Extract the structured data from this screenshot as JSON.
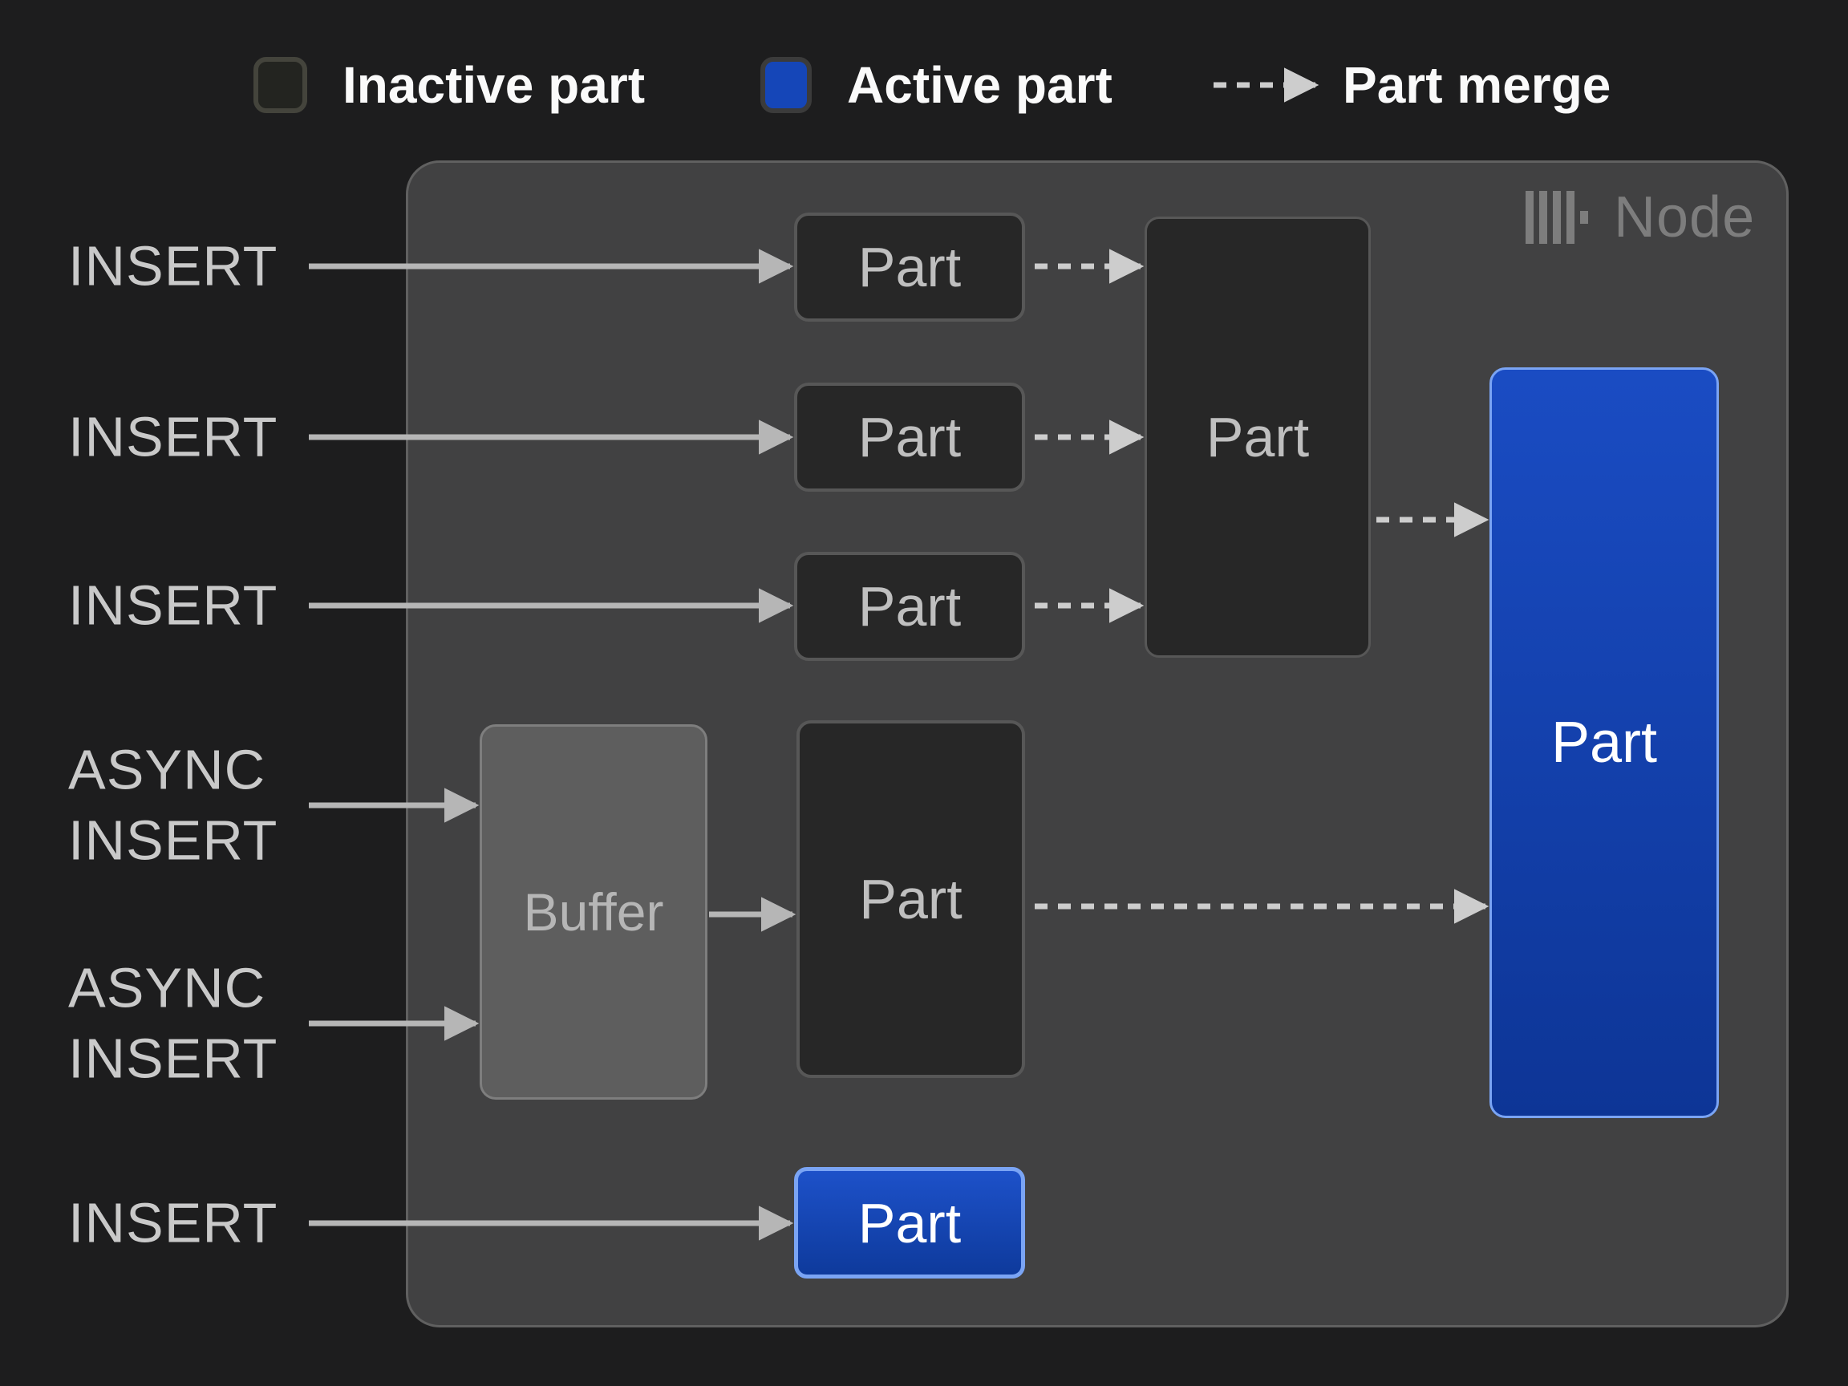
{
  "legend": {
    "inactive": {
      "label": "Inactive part"
    },
    "active": {
      "label": "Active part"
    },
    "merge": {
      "label": "Part merge"
    }
  },
  "node": {
    "title": "Node",
    "logo": "clickhouse-bars-icon"
  },
  "input_labels": {
    "insert_1": "INSERT",
    "insert_2": "INSERT",
    "insert_3": "INSERT",
    "async_insert_1": "ASYNC\nINSERT",
    "async_insert_2": "ASYNC\nINSERT",
    "insert_4": "INSERT"
  },
  "boxes": {
    "part_1": "Part",
    "part_2": "Part",
    "part_3": "Part",
    "merged_part": "Part",
    "buffer": "Buffer",
    "buffered_part": "Part",
    "final_part": "Part",
    "active_part": "Part"
  },
  "colors": {
    "background": "#1d1d1e",
    "node_fill": "#414142",
    "inactive_part_fill": "#272727",
    "inactive_part_border": "#575757",
    "active_part_blue": "#1546b8",
    "active_part_border": "#7aa4f4",
    "buffer_fill": "#5e5e5e",
    "arrow_solid": "#b6b6b6",
    "arrow_dashed": "#cdcdcd",
    "label_text": "#c9c9c9",
    "node_label_text": "#7d7d7d"
  }
}
